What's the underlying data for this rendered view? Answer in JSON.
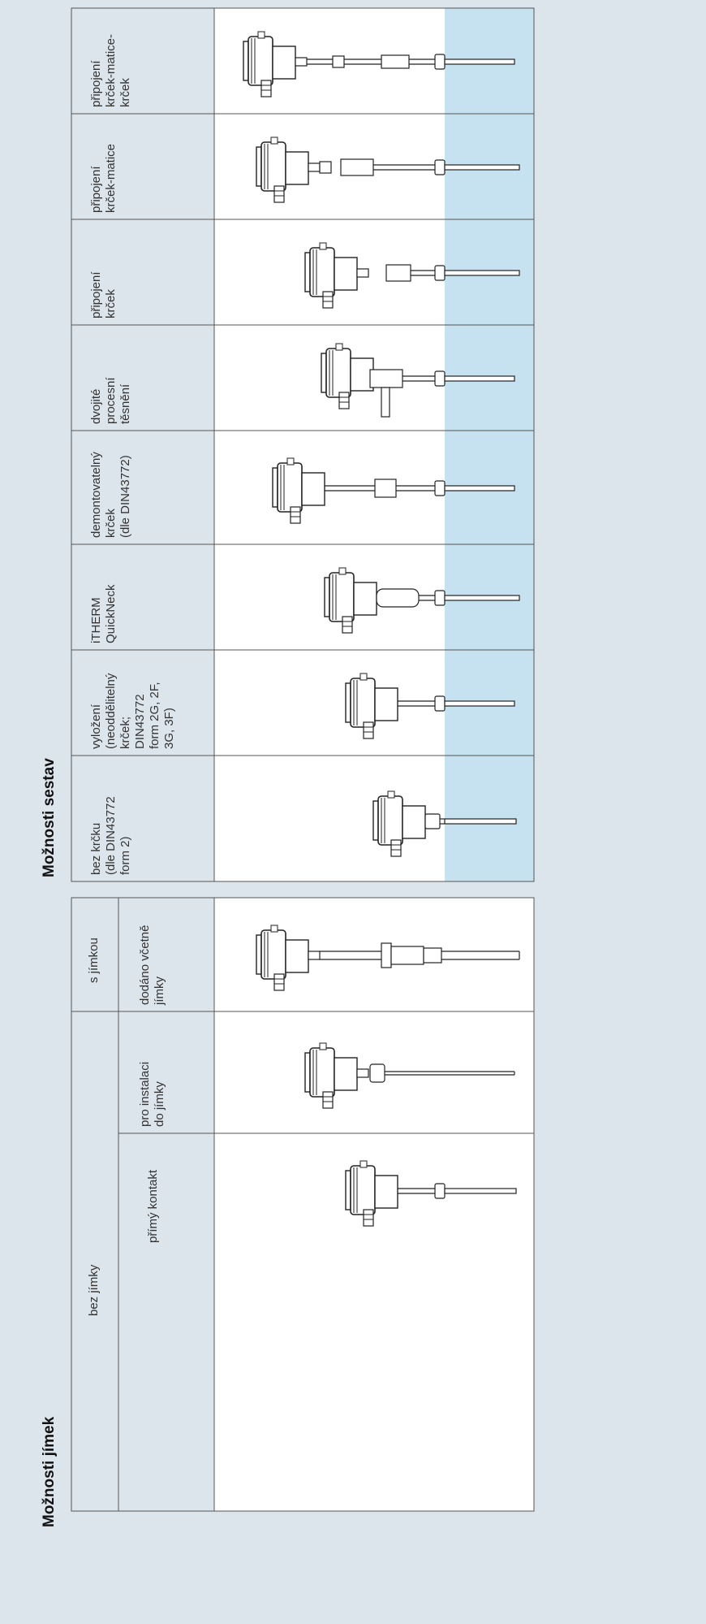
{
  "sestavy": {
    "title": "Možnosti sestav",
    "items": [
      {
        "label": "připojení\nkrček-matice-\nkrček"
      },
      {
        "label": "připojení\nkrček-matice"
      },
      {
        "label": "připojení\nkrček"
      },
      {
        "label": "dvojité\nprocesní\ntěsnění"
      },
      {
        "label": "demontovatelný\nkrček\n(dle DIN43772)"
      },
      {
        "label": "iTHERM\nQuickNeck"
      },
      {
        "label": "vyložení\n(neoddělitelný\nkrček;\nDIN43772\nform 2G, 2F,\n3G, 3F)"
      },
      {
        "label": "bez krčku\n(dle DIN43772\nform 2)"
      }
    ]
  },
  "jimky": {
    "title": "Možnosti jímek",
    "group_with": "s jímkou",
    "group_without": "bez jímky",
    "items": [
      {
        "label": "dodáno včetně\njímky"
      },
      {
        "label": "pro instalaci\ndo jímky"
      },
      {
        "label": "přímý kontakt"
      }
    ]
  },
  "colors": {
    "page_bg": "#dde5ec",
    "header_bg": "#dde5ec",
    "image_bg": "#ffffff",
    "process_bg": "#c6e2f0",
    "border": "#555555"
  }
}
